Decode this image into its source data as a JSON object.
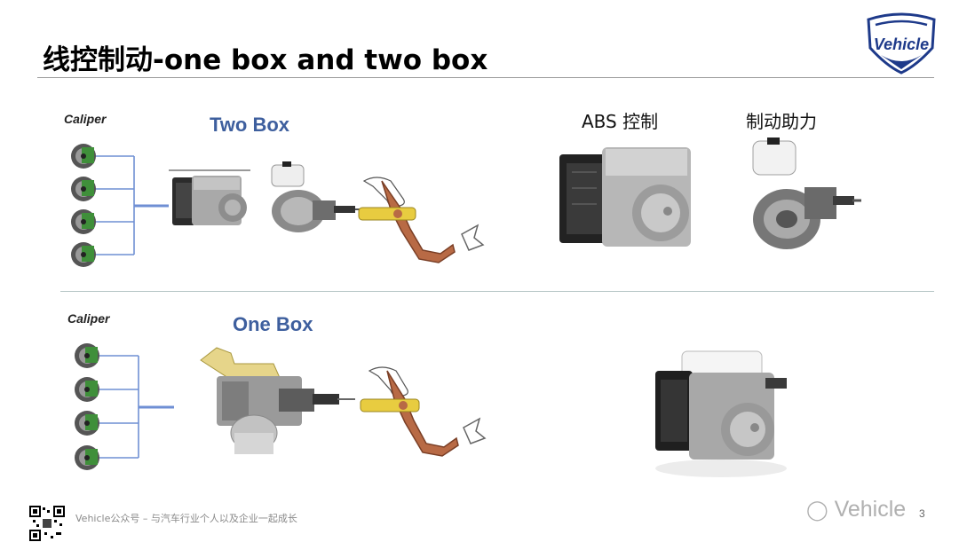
{
  "slide": {
    "title": "线控制动-one box and two box",
    "logo_text": "Vehicle",
    "page_number": "3"
  },
  "two_box": {
    "caliper_label": "Caliper",
    "label": "Two Box"
  },
  "one_box": {
    "caliper_label": "Caliper",
    "label": "One Box"
  },
  "products": {
    "abs_label": "ABS 控制",
    "booster_label": "制动助力"
  },
  "footer": {
    "text": "Vehicle公众号 – 与汽车行业个人以及企业一起成长",
    "watermark": "Vehicle"
  },
  "colors": {
    "title": "#000000",
    "box_label": "#3e5f9e",
    "line_blue": "#6f8fd4",
    "brake_green": "#3f8f3a",
    "pedal": "#b86a45",
    "logo_blue": "#1e3a8a",
    "logo_red": "#d63a2f"
  }
}
